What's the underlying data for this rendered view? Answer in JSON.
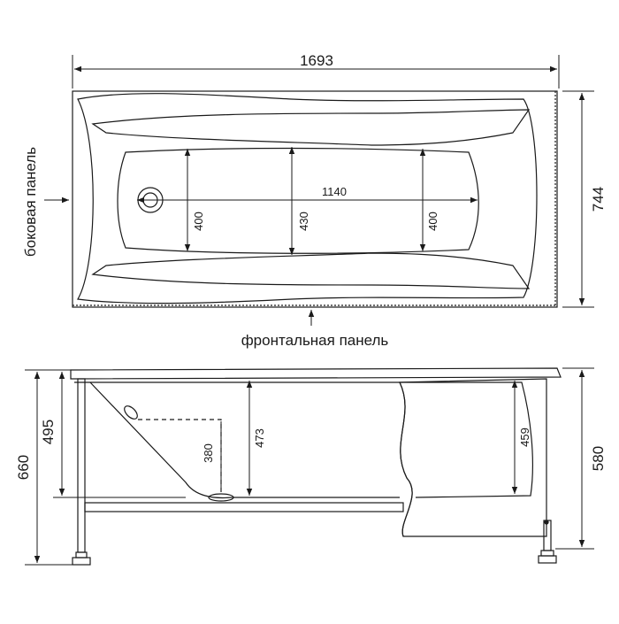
{
  "top_view": {
    "overall_length": "1693",
    "overall_width": "744",
    "inner_length": "1140",
    "depth_left": "400",
    "depth_center": "430",
    "depth_right": "400",
    "side_panel_label": "боковая панель",
    "front_panel_label": "фронтальная панель"
  },
  "side_view": {
    "total_height": "660",
    "rim_height": "495",
    "overflow_height": "380",
    "inner_depth_center": "473",
    "inner_depth_right": "459",
    "panel_height": "580"
  },
  "colors": {
    "line": "#1a1a1a",
    "background": "#ffffff"
  }
}
